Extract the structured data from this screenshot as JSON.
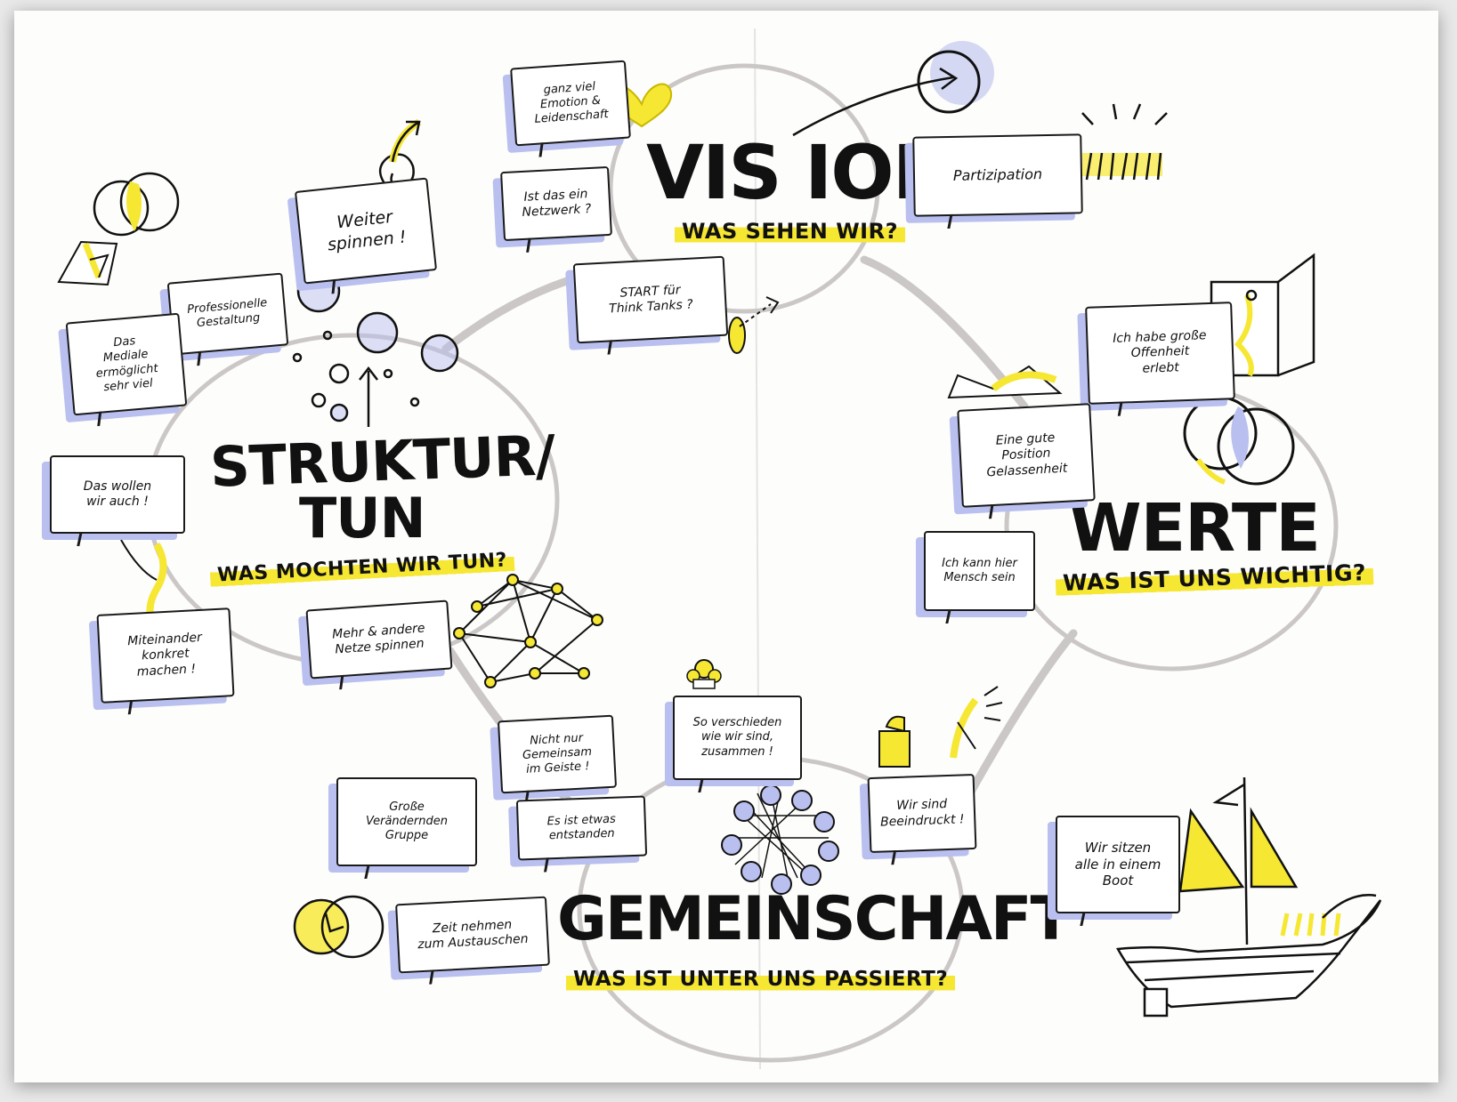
{
  "topics": {
    "vision": {
      "title": "VIS ION",
      "subtitle": "WAS SEHEN WIR?"
    },
    "struktur": {
      "title_line1": "STRUKTUR/",
      "title_line2": "TUN",
      "subtitle": "WAS MOCHTEN WIR TUN?"
    },
    "werte": {
      "title": "WERTE",
      "subtitle": "WAS IST UNS WICHTIG?"
    },
    "gemeinschaft": {
      "title": "GEMEINSCHAFT",
      "subtitle": "WAS IST UNTER UNS PASSIERT?"
    }
  },
  "bubbles": {
    "emotion": "ganz viel\nEmotion &\nLeidenschaft",
    "netzwerk": "Ist das ein\nNetzwerk ?",
    "think_tanks": "START für\nThink Tanks ?",
    "partizipation": "Partizipation",
    "weiter_spinnen": "Weiter\nspinnen !",
    "professionelle": "Professionelle\nGestaltung",
    "mediale": "Das\nMediale\nermöglicht\nsehr viel",
    "das_wollen": "Das wollen\nwir auch !",
    "miteinander": "Miteinander\nkonkret\nmachen !",
    "netze_spinnen": "Mehr & andere\nNetze spinnen",
    "offenheit": "Ich habe große\nOffenheit\nerlebt",
    "gelassenheit": "Eine gute\nPosition\nGelassenheit",
    "mensch": "Ich kann hier\nMensch sein",
    "nicht_nur": "Nicht nur\nGemeinsam\nim Geiste !",
    "so_verschieden": "So verschieden\nwie wir sind,\nzusammen !",
    "beeindruckt": "Wir sind\nBeeindruckt !",
    "gruppe": "Große\nVerändernden\nGruppe",
    "entstanden": "Es ist etwas\nentstanden",
    "zeit": "Zeit nehmen\nzum Austauschen",
    "boot": "Wir sitzen\nalle in einem\nBoot"
  },
  "colors": {
    "accent_yellow": "#f6e733",
    "shadow_blue": "#b9bfee",
    "ink": "#1a1a1a",
    "cloud_grey": "#c8c4c4"
  }
}
